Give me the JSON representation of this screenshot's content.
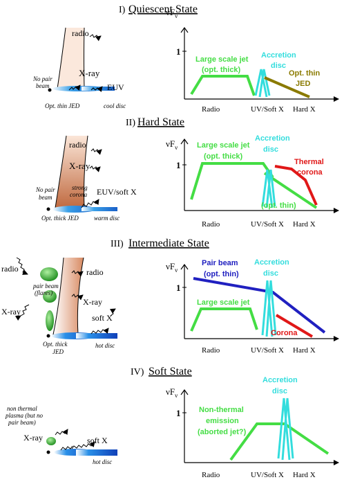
{
  "colors": {
    "jet": "#44dd44",
    "disc": "#33dddd",
    "jed_thin": "#8a7a00",
    "corona": "#e01818",
    "pair_beam": "#2020c0",
    "hard_corona_fill": "#c87a52"
  },
  "axes": {
    "y_label_main": "νF",
    "y_label_sub": "ν",
    "tick_label": "1",
    "x_labels": [
      "Radio",
      "UV/Soft X",
      "Hard X"
    ]
  },
  "panels": [
    {
      "number": "I)",
      "title": "Quiescent State",
      "left": {
        "radio": "radio",
        "xray": "X-ray",
        "euv": "EUV",
        "no_pair_beam_1": "No pair",
        "no_pair_beam_2": "beam",
        "jed": "Opt. thin JED",
        "disc": "cool disc"
      },
      "right": {
        "jet_1": "Large scale  jet",
        "jet_2": "(opt. thick)",
        "disc_1": "Accretion",
        "disc_2": "disc",
        "jed_1": "Opt. thin",
        "jed_2": "JED"
      }
    },
    {
      "number": "II)",
      "title": "Hard State",
      "left": {
        "radio": "radio",
        "xray": "X-ray",
        "euv": "EUV/soft X",
        "strong_1": "strong",
        "strong_2": "corona",
        "no_pair_beam_1": "No pair",
        "no_pair_beam_2": "beam",
        "jed": "Opt. thick JED",
        "disc": "warm disc"
      },
      "right": {
        "jet_1": "Large scale jet",
        "jet_2": "(opt. thick)",
        "disc_1": "Accretion",
        "disc_2": "disc",
        "corona_1": "Thermal",
        "corona_2": "corona",
        "thin": "(opt. thin)"
      }
    },
    {
      "number": "III)",
      "title": "Intermediate State",
      "left": {
        "radio_left": "radio",
        "radio_right": "radio",
        "pair_1": "pair beam",
        "pair_2": "(flares)",
        "xray_left": "X-ray",
        "xray_right": "X-ray",
        "softx": "soft X",
        "jed_1": "Opt. thick",
        "jed_2": "JED",
        "disc": "hot disc"
      },
      "right": {
        "pair_1": "Pair beam",
        "pair_2": "(opt. thin)",
        "disc_1": "Accretion",
        "disc_2": "disc",
        "jet": "Large scale jet",
        "corona": "Corona"
      }
    },
    {
      "number": "IV)",
      "title": "Soft State",
      "left": {
        "nt_1": "non thermal",
        "nt_2": "plasma (but no",
        "nt_3": "pair beam)",
        "xray": "X-ray",
        "softx": "soft X",
        "disc": "hot disc"
      },
      "right": {
        "disc_1": "Accretion",
        "disc_2": "disc",
        "nt_1": "Non-thermal",
        "nt_2": "emission",
        "nt_3": "(aborted jet?)"
      }
    }
  ]
}
